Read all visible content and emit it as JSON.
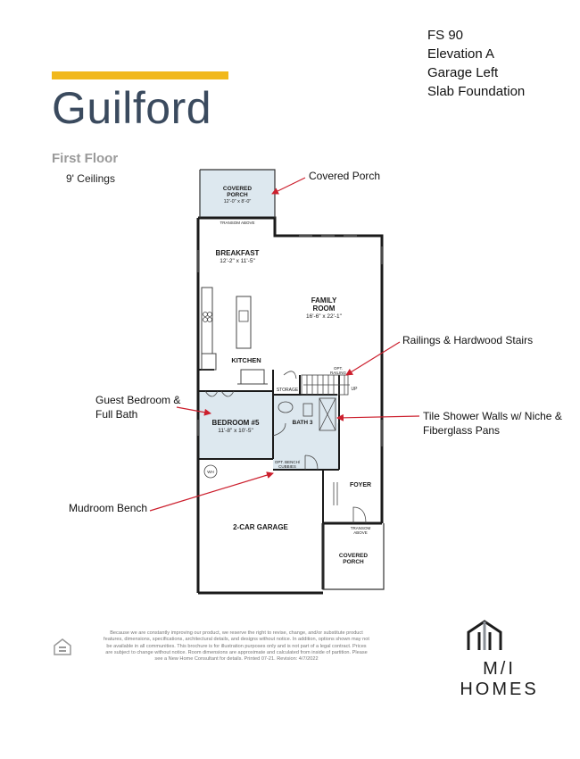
{
  "header": {
    "title": "Guilford",
    "floor_label": "First Floor",
    "ceilings": "9' Ceilings",
    "accent_color": "#f1b81c",
    "title_color": "#3a4a5e"
  },
  "specs": [
    "FS 90",
    "Elevation A",
    "Garage Left",
    "Slab Foundation"
  ],
  "callouts": {
    "covered_porch": "Covered Porch",
    "railings": "Railings & Hardwood Stairs",
    "guest_line1": "Guest Bedroom &",
    "guest_line2": "Full Bath",
    "tile_line1": "Tile Shower Walls w/ Niche &",
    "tile_line2": "Fiberglass Pans",
    "mudroom": "Mudroom Bench",
    "arrow_color": "#cc1f2d"
  },
  "rooms": {
    "covered_porch_rear": {
      "name_line1": "COVERED",
      "name_line2": "PORCH",
      "dims": "12'-0\" x 8'-0\""
    },
    "transom_rear": "TRANSOM ABOVE",
    "breakfast": {
      "name": "BREAKFAST",
      "dims": "12'-2\" x 11'-5\""
    },
    "family": {
      "name_line1": "FAMILY",
      "name_line2": "ROOM",
      "dims": "16'-6\" x 22'-1\""
    },
    "kitchen": "KITCHEN",
    "storage": "STORAGE",
    "opt_railing_line1": "OPT.",
    "opt_railing_line2": "RAILING",
    "up": "UP",
    "bedroom5": {
      "name": "BEDROOM #5",
      "dims": "11'-8\" x 10'-5\""
    },
    "bath3": "BATH 3",
    "wh": "WH",
    "opt_bench_line1": "OPT. BENCH/",
    "opt_bench_line2": "CUBBIES",
    "foyer": "FOYER",
    "transom_front_line1": "TRANSOM",
    "transom_front_line2": "ABOVE",
    "garage": "2-CAR GARAGE",
    "covered_porch_front": {
      "name_line1": "COVERED",
      "name_line2": "PORCH"
    }
  },
  "footer": {
    "disclaimer": "Because we are constantly improving our product, we reserve the right to revise, change, and/or substitute product features, dimensions, specifications, architectural details, and designs without notice. In addition, options shown may not be available in all communities. This brochure is for illustration purposes only and is not part of a legal contract. Prices are subject to change without notice. Room dimensions are approximate and calculated from inside of partition. Please see a New Home Consultant for details. Printed 07-21. Revision: 4/7/2022",
    "brand": "M/I HOMES",
    "icons": [
      "equal-housing-icon",
      "mi-homes-logo-icon"
    ]
  }
}
